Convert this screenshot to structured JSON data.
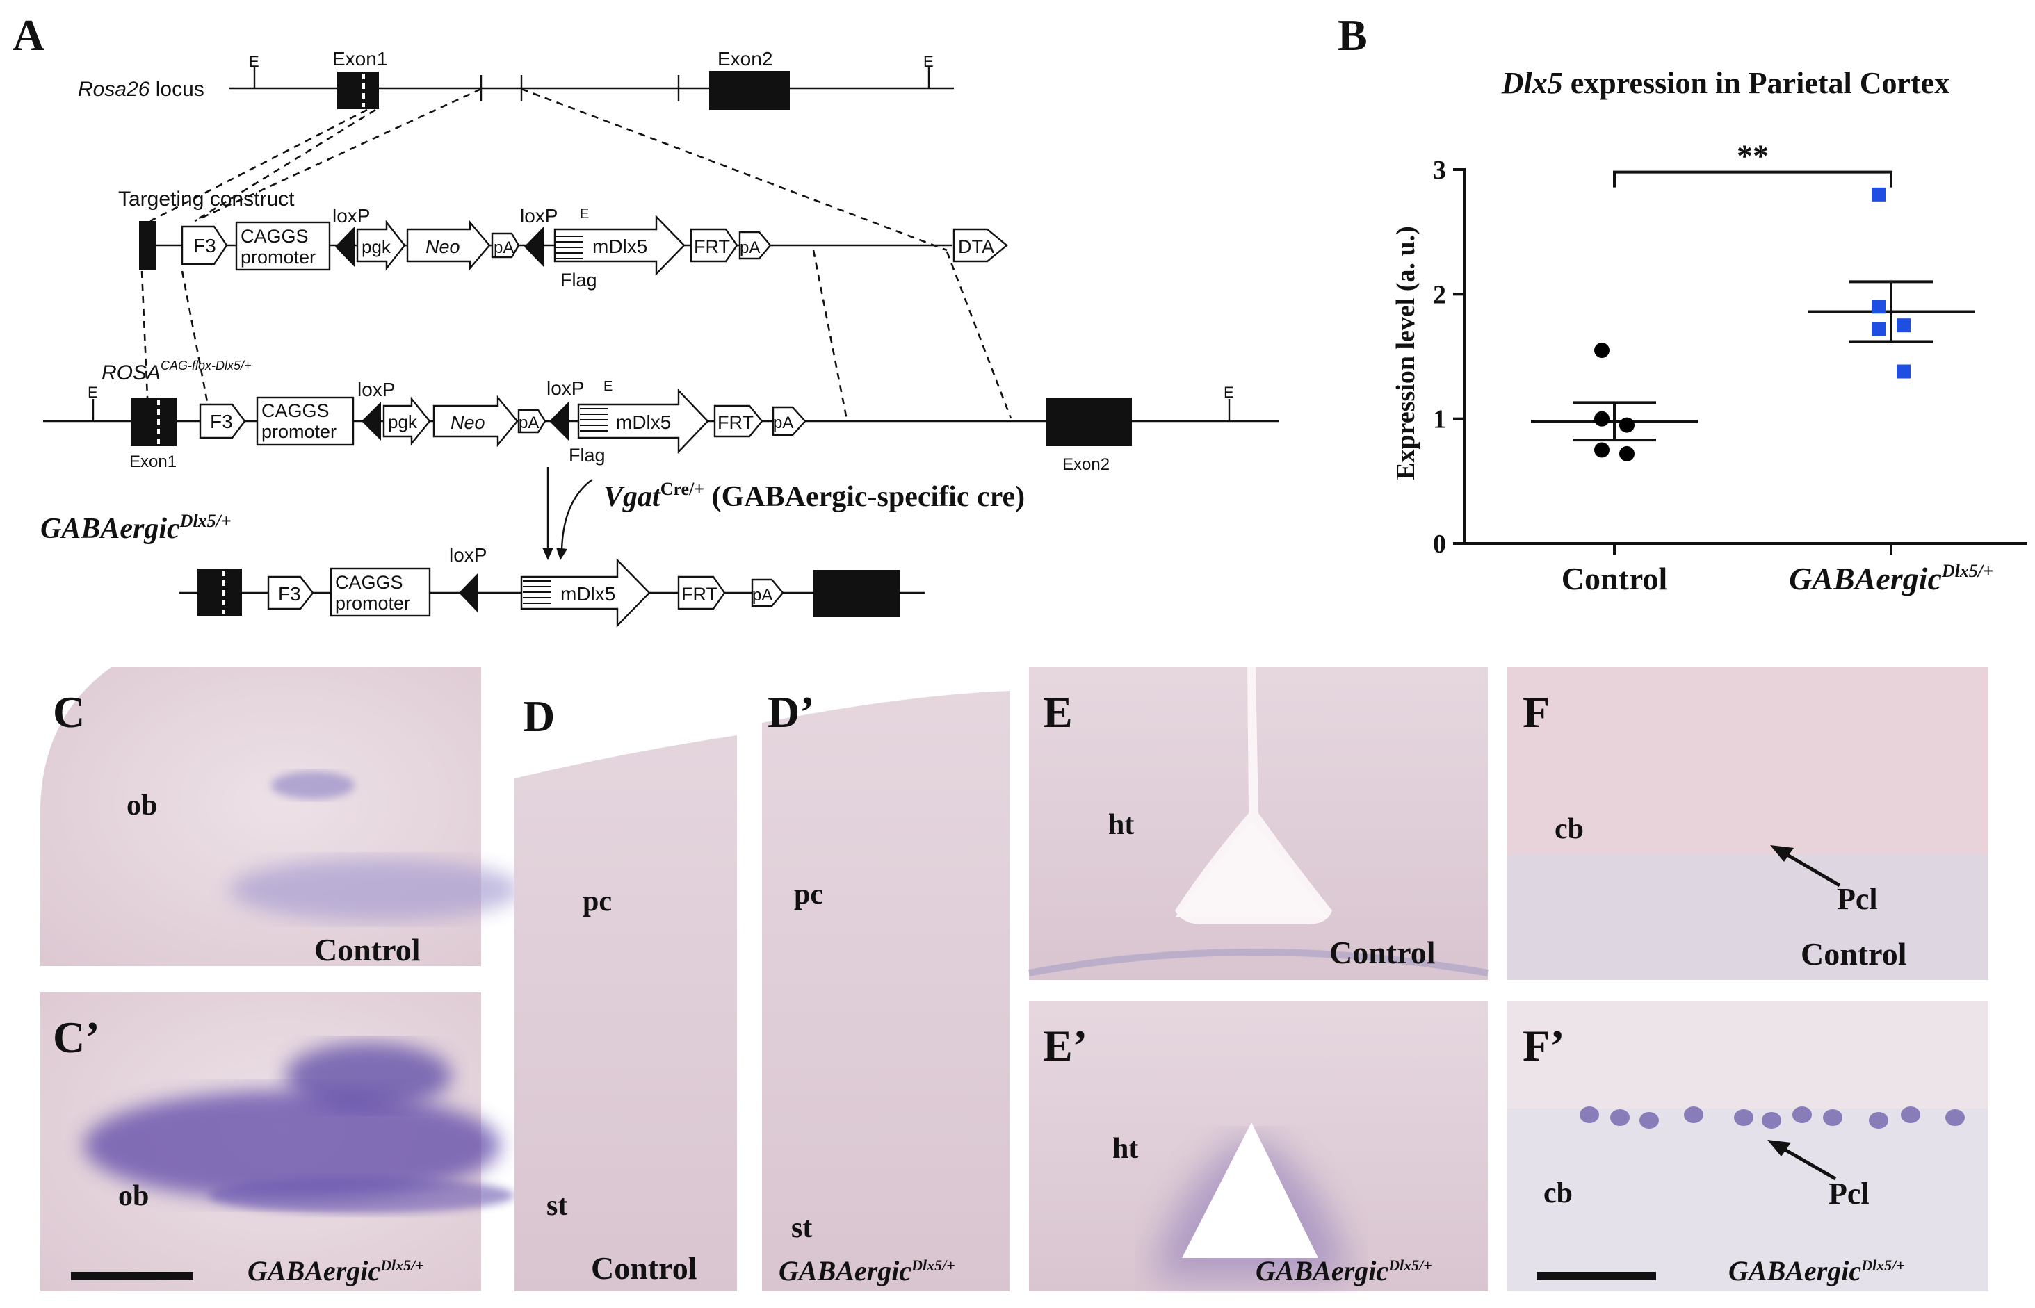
{
  "panels": {
    "A": "A",
    "B": "B",
    "C": "C",
    "C2": "C’",
    "D": "D",
    "D2": "D’",
    "E": "E",
    "E2": "E’",
    "F": "F",
    "F2": "F’"
  },
  "construct": {
    "locus_name": "Rosa26",
    "locus_suffix": " locus",
    "exon1": "Exon1",
    "exon2": "Exon2",
    "e_site": "E",
    "targeting": "Targeting construct",
    "f3": "F3",
    "caggs1": "CAGGS",
    "caggs2": "promoter",
    "loxp": "loxP",
    "pgk": "pgk",
    "neo": "Neo",
    "pa": "pA",
    "mdlx5": "mDlx5",
    "frt": "FRT",
    "dta": "DTA",
    "flag": "Flag",
    "rosa_allele": "ROSA",
    "rosa_sup": "CAG-flox-Dlx5/+",
    "vgat": "Vgat",
    "vgat_sup": "Cre/+",
    "vgat_desc": " (GABAergic-specific cre)",
    "gaba": "GABAergic",
    "gaba_sup": "Dlx5/+"
  },
  "chart_data": {
    "type": "scatter",
    "title_italic": "Dlx5",
    "title_rest": " expression in Parietal Cortex",
    "ylabel": "Expression level (a. u.)",
    "categories": [
      "Control",
      "GABAergic"
    ],
    "category_sup": [
      "",
      "Dlx5/+"
    ],
    "yticks": [
      "0",
      "1",
      "2",
      "3"
    ],
    "ylim": [
      0,
      3
    ],
    "significance": "**",
    "series": [
      {
        "values": [
          1.55,
          1.0,
          0.95,
          0.75,
          0.72
        ],
        "mean": 0.98,
        "sem": 0.15,
        "color": "#000000",
        "marker": "circle"
      },
      {
        "values": [
          2.8,
          1.9,
          1.75,
          1.72,
          1.38
        ],
        "mean": 1.86,
        "sem": 0.24,
        "color": "#1f4fe0",
        "marker": "square"
      }
    ]
  },
  "micro": {
    "ob": "ob",
    "pc": "pc",
    "st": "st",
    "ht": "ht",
    "cb": "cb",
    "pcl": "Pcl",
    "control": "Control",
    "gaba": "GABAergic",
    "gaba_sup": "Dlx5/+"
  },
  "colors": {
    "tissue": "#e4d3dd",
    "stain": "#5e4aa8",
    "marker_blue": "#1f4fe0"
  }
}
